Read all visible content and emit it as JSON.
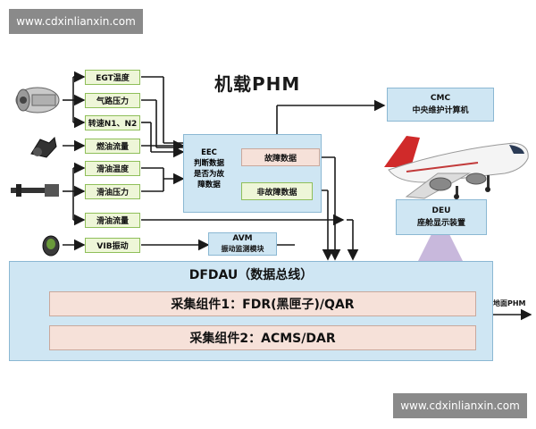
{
  "watermark_top": "www.cdxinlianxin.com",
  "watermark_bottom": "www.cdxinlianxin.com",
  "title": "机载PHM",
  "sensors": {
    "egt": "EGT温度",
    "air_pressure": "气路压力",
    "speed": "转速N1、N2",
    "fuel_flow": "燃油流量",
    "oil_temp": "滑油温度",
    "oil_pressure": "滑油压力",
    "oil_flow": "滑油流量",
    "vib": "VIB振动"
  },
  "eec": {
    "title": "EEC",
    "line1": "判断数据",
    "line2": "是否为故",
    "line3": "障数据",
    "fault": "故障数据",
    "nonfault": "非故障数据"
  },
  "avm": {
    "title": "AVM",
    "subtitle": "振动监测模块"
  },
  "cmc": {
    "title": "CMC",
    "subtitle": "中央维护计算机"
  },
  "deu": {
    "title": "DEU",
    "subtitle": "座舱显示装置"
  },
  "dfdau": {
    "title": "DFDAU（数据总线）",
    "comp1": "采集组件1：FDR(黑匣子)/QAR",
    "comp2": "采集组件2：ACMS/DAR"
  },
  "ground_label": "地面PHM",
  "colors": {
    "arrow": "#1a1a1a",
    "sensor_fill": "#eef6d8",
    "box_fill": "#cfe6f3",
    "comp_fill": "#f6e1d9"
  }
}
